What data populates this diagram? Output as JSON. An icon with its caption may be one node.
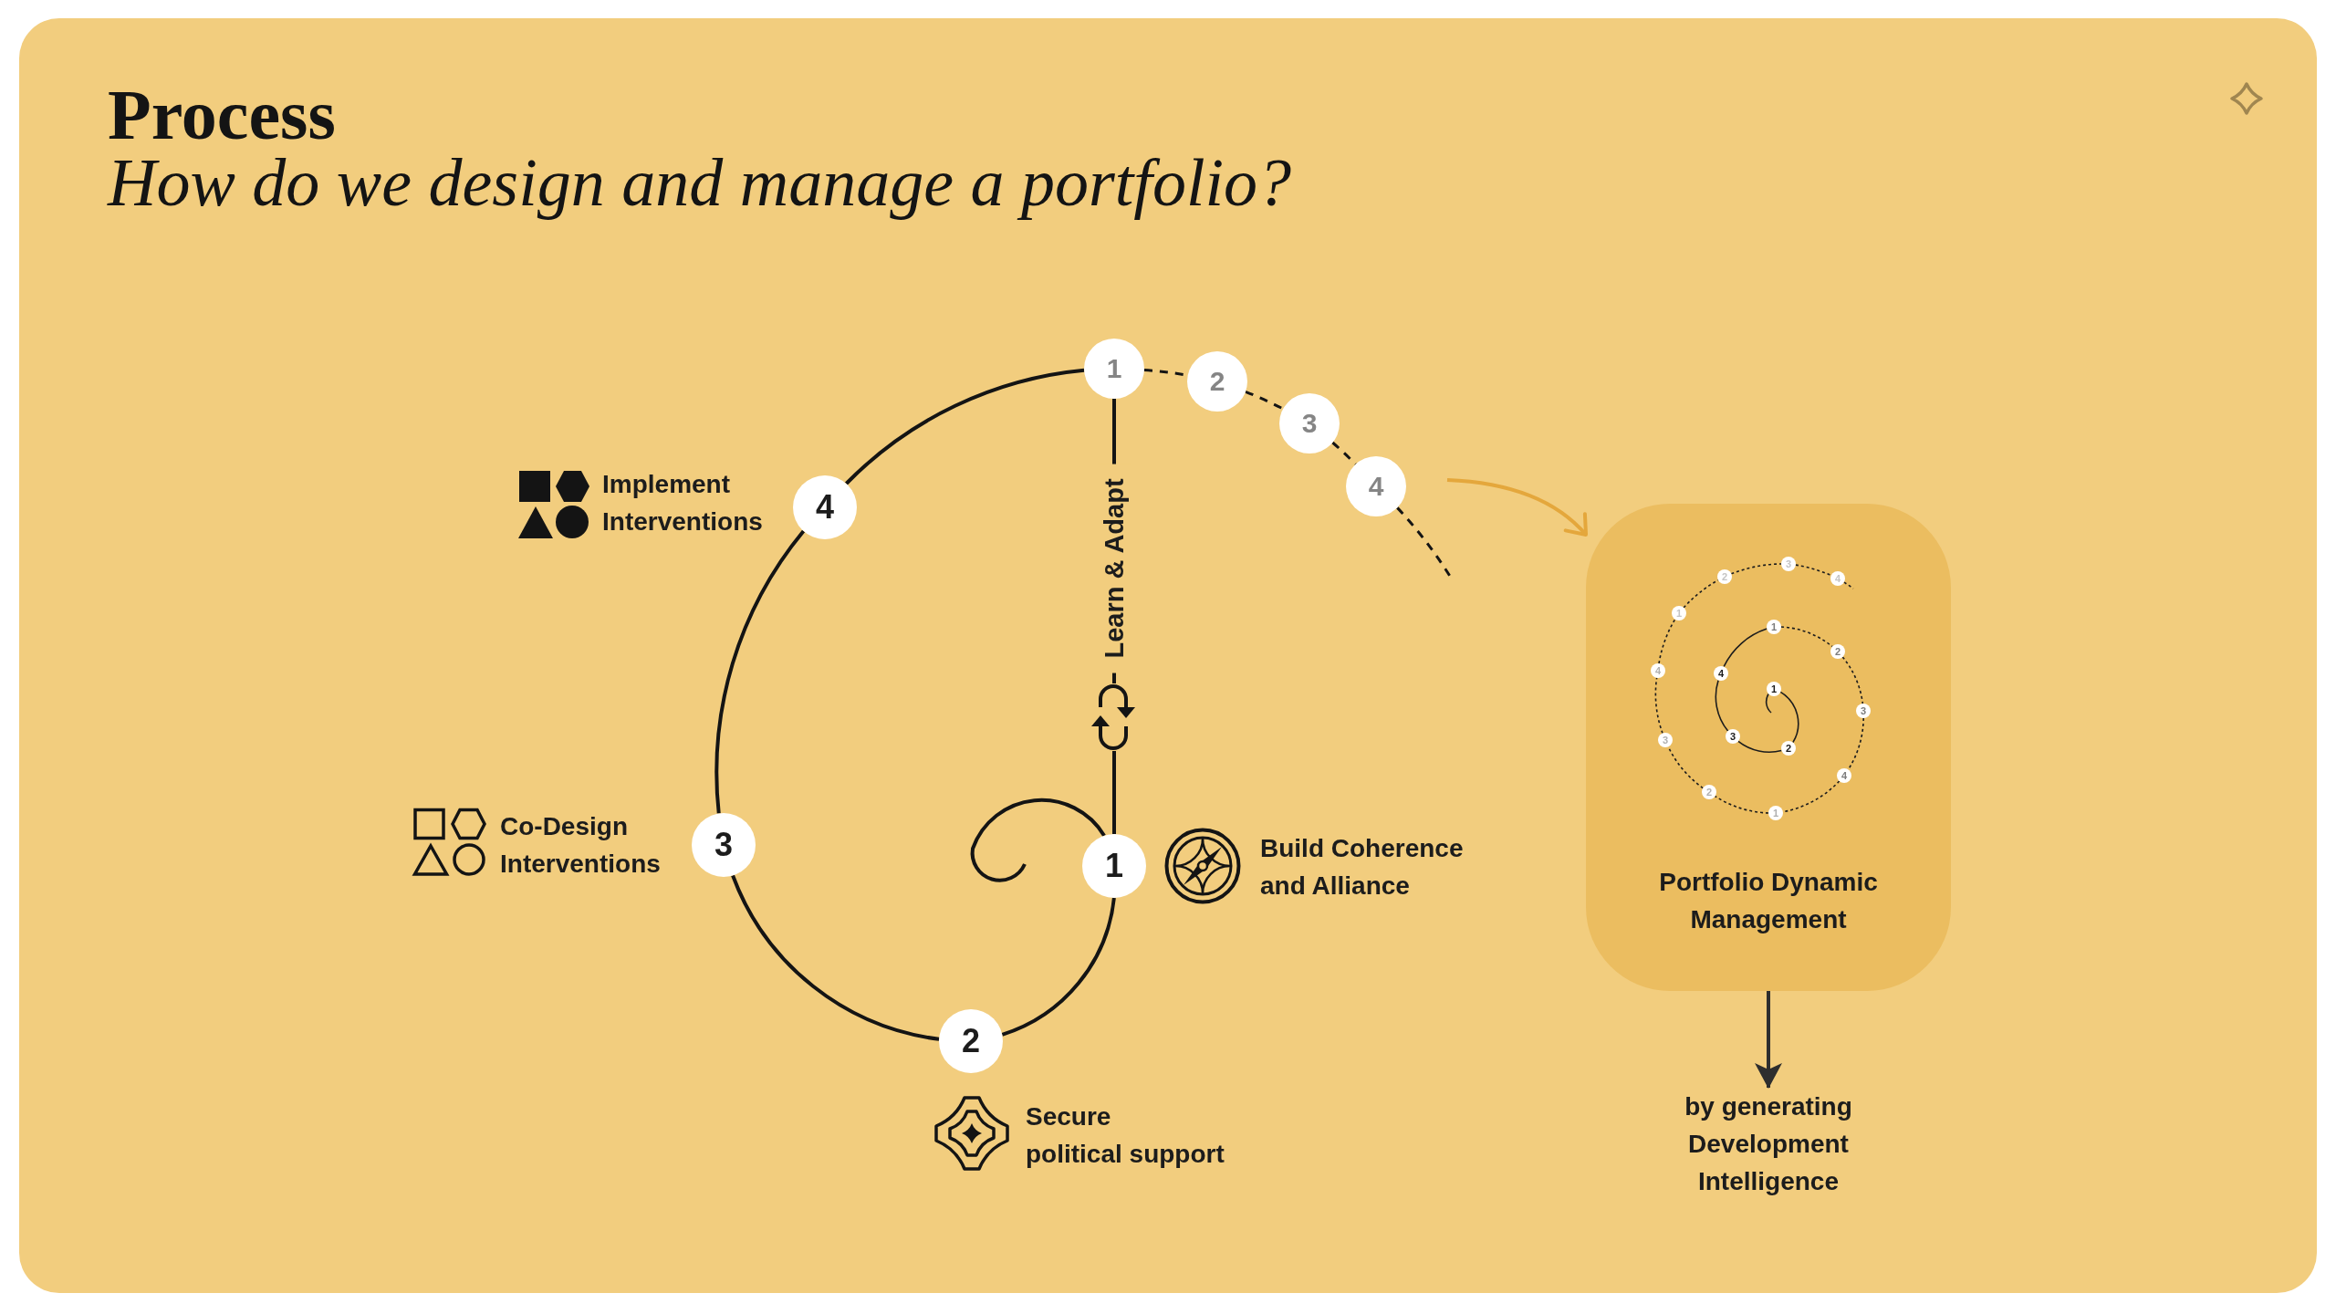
{
  "diagram": {
    "title": "Process",
    "nodes": [
      {
        "text": [
          "1"
        ]
      },
      {
        "text": [
          "2"
        ]
      },
      {
        "text": [
          "3"
        ]
      },
      {
        "text": [
          "4"
        ]
      },
      {
        "text": [
          "4"
        ],
        "beside": [
          "Implement Interventions"
        ]
      },
      {
        "text": [
          "3"
        ],
        "beside": [
          "Co-Design Interventions"
        ]
      },
      {
        "text": [
          "1"
        ]
      },
      {
        "text": [
          "2"
        ],
        "beside": [
          "Secure political support"
        ]
      },
      {
        "text": [
          "Portfolio Dynamic Management"
        ]
      },
      {
        "text": [
          "1"
        ],
        "in": 8
      },
      {
        "text": [
          "2"
        ],
        "in": 8
      },
      {
        "text": [
          "3"
        ],
        "in": 8
      },
      {
        "text": [
          "4"
        ],
        "in": 8
      },
      {
        "text": [
          "1"
        ],
        "in": 8
      },
      {
        "text": [
          "2"
        ],
        "in": 8
      },
      {
        "text": [
          "3"
        ],
        "in": 8
      },
      {
        "text": [
          "4"
        ],
        "in": 8
      },
      {
        "text": [
          "1"
        ],
        "in": 8
      },
      {
        "text": [
          "2"
        ],
        "in": 8
      },
      {
        "text": [
          "3"
        ],
        "in": 8
      },
      {
        "text": [
          "4"
        ],
        "in": 8
      },
      {
        "text": [
          "1"
        ],
        "in": 8
      },
      {
        "text": [
          "2"
        ],
        "in": 8
      },
      {
        "text": [
          "3"
        ],
        "in": 8
      },
      {
        "text": [
          "4"
        ],
        "in": 8
      },
      {
        "text": [
          "by generating Development Intelligence"
        ]
      }
    ],
    "edges": [
      {
        "from": null,
        "to": 6,
        "arrow": "none"
      },
      {
        "from": 6,
        "to": 7,
        "arrow": "none"
      },
      {
        "from": 7,
        "to": 5,
        "arrow": "none"
      },
      {
        "from": 5,
        "to": 4,
        "arrow": "none"
      },
      {
        "from": 4,
        "to": 0,
        "arrow": "none"
      },
      {
        "from": 0,
        "to": 1,
        "arrow": "none",
        "style": "dashed"
      },
      {
        "from": 1,
        "to": 2,
        "arrow": "none",
        "style": "dashed"
      },
      {
        "from": 2,
        "to": 3,
        "arrow": "none",
        "style": "dashed"
      },
      {
        "from": 3,
        "to": null,
        "arrow": "none",
        "style": "dashed"
      },
      {
        "from": 6,
        "to": 0,
        "arrow": "none",
        "label": "Learn & Adapt"
      },
      {
        "from": null,
        "to": 8,
        "arrow": "to",
        "color": "#e4a73c"
      },
      {
        "from": 8,
        "to": 25,
        "arrow": "to"
      },
      {
        "from": null,
        "to": 9,
        "arrow": "none"
      },
      {
        "from": 9,
        "to": 10,
        "arrow": "none"
      },
      {
        "from": 10,
        "to": 11,
        "arrow": "none"
      },
      {
        "from": 11,
        "to": 12,
        "arrow": "none"
      },
      {
        "from": 12,
        "to": 13,
        "arrow": "none"
      },
      {
        "from": 13,
        "to": 14,
        "arrow": "none",
        "style": "dashed"
      },
      {
        "from": 14,
        "to": 15,
        "arrow": "none",
        "style": "dashed"
      },
      {
        "from": 15,
        "to": 16,
        "arrow": "none",
        "style": "dashed"
      },
      {
        "from": 16,
        "to": 17,
        "arrow": "none",
        "style": "dashed"
      },
      {
        "from": 17,
        "to": 18,
        "arrow": "none",
        "style": "dashed"
      },
      {
        "from": 18,
        "to": 19,
        "arrow": "none",
        "style": "dashed"
      },
      {
        "from": 19,
        "to": 20,
        "arrow": "none",
        "style": "dashed"
      },
      {
        "from": 20,
        "to": 21,
        "arrow": "none",
        "style": "dashed"
      },
      {
        "from": 21,
        "to": 22,
        "arrow": "none",
        "style": "dashed"
      },
      {
        "from": 22,
        "to": 23,
        "arrow": "none",
        "style": "dashed"
      },
      {
        "from": 23,
        "to": 24,
        "arrow": "none",
        "style": "dashed"
      },
      {
        "from": 24,
        "to": null,
        "arrow": "none",
        "style": "dashed"
      }
    ],
    "labels": [
      "How do we design and manage a portfolio?",
      "Build Coherence and Alliance"
    ]
  }
}
